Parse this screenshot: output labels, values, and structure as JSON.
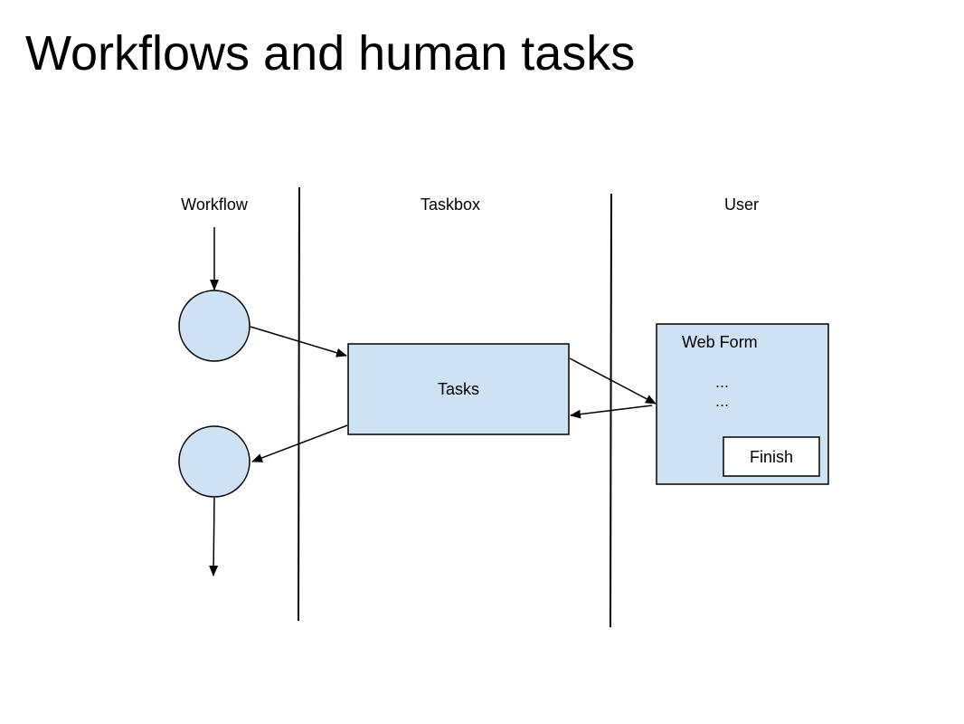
{
  "title": "Workflows and human tasks",
  "diagram": {
    "lanes": {
      "workflow": "Workflow",
      "taskbox": "Taskbox",
      "user": "User"
    },
    "tasks_box": {
      "label": "Tasks"
    },
    "web_form": {
      "title": "Web Form",
      "line1": "...",
      "line2": "...",
      "finish_button": "Finish"
    },
    "colors": {
      "node_fill": "#cfe2f3",
      "stroke": "#000000"
    }
  }
}
